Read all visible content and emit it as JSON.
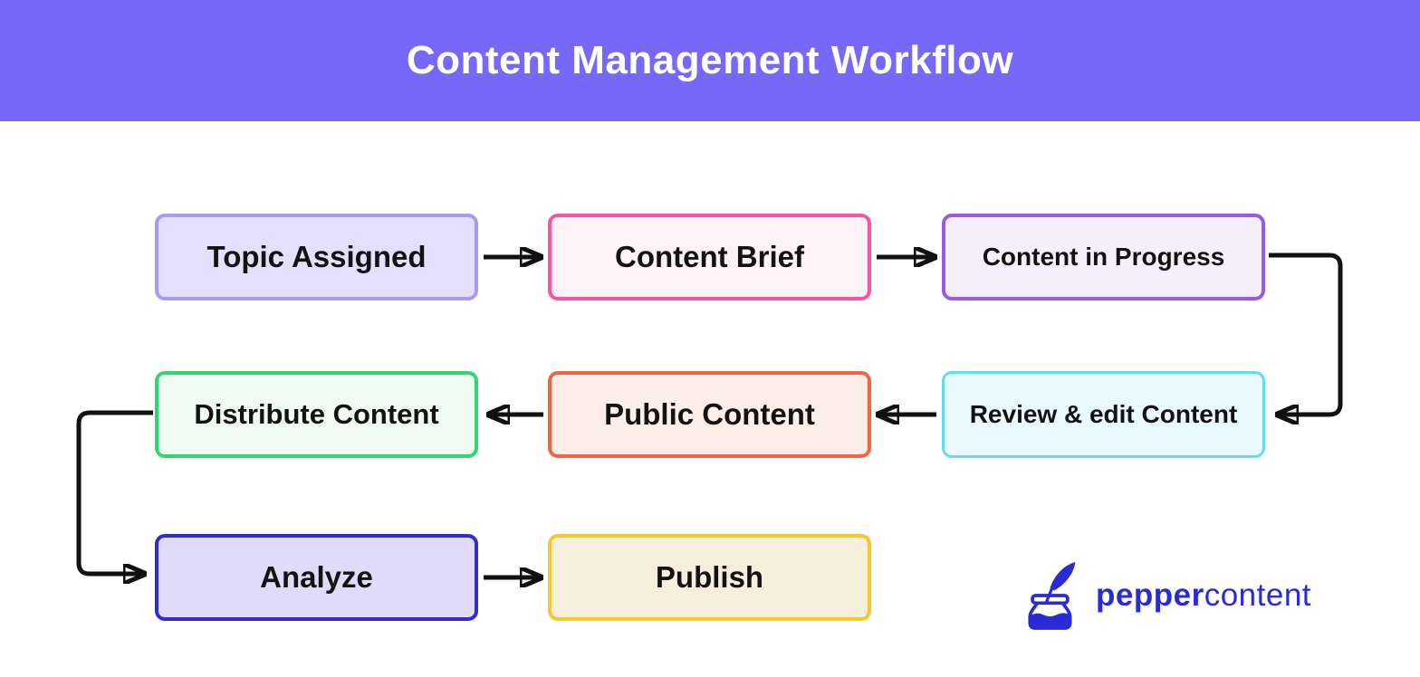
{
  "header": {
    "title": "Content Management Workflow",
    "background_color": "#7669FA",
    "text_color": "#FFFFFF"
  },
  "nodes": [
    {
      "id": "topic-assigned",
      "label": "Topic Assigned",
      "fill": "#E4DFFC",
      "border": "#A79BF5"
    },
    {
      "id": "content-brief",
      "label": "Content Brief",
      "fill": "#FDF2F6",
      "border": "#F9549F"
    },
    {
      "id": "content-in-progress",
      "label": "Content in Progress",
      "fill": "#F5EFFB",
      "border": "#9A5BE4"
    },
    {
      "id": "review-edit-content",
      "label": "Review & edit Content",
      "fill": "#E9FAFE",
      "border": "#66DBF0"
    },
    {
      "id": "public-content",
      "label": "Public Content",
      "fill": "#FDEFE8",
      "border": "#F06543"
    },
    {
      "id": "distribute-content",
      "label": "Distribute Content",
      "fill": "#EEFAF2",
      "border": "#2FD671"
    },
    {
      "id": "analyze",
      "label": "Analyze",
      "fill": "#DFDBF9",
      "border": "#322BCE"
    },
    {
      "id": "publish",
      "label": "Publish",
      "fill": "#F5EFDB",
      "border": "#F8C62F"
    }
  ],
  "edges": [
    {
      "from": "topic-assigned",
      "to": "content-brief"
    },
    {
      "from": "content-brief",
      "to": "content-in-progress"
    },
    {
      "from": "content-in-progress",
      "to": "review-edit-content"
    },
    {
      "from": "review-edit-content",
      "to": "public-content"
    },
    {
      "from": "public-content",
      "to": "distribute-content"
    },
    {
      "from": "distribute-content",
      "to": "analyze"
    },
    {
      "from": "analyze",
      "to": "publish"
    }
  ],
  "arrow_color": "#111111",
  "logo": {
    "icon": "ink-pot-quill-icon",
    "brand_bold": "pepper",
    "brand_light": "content",
    "color": "#2B2BD5"
  }
}
